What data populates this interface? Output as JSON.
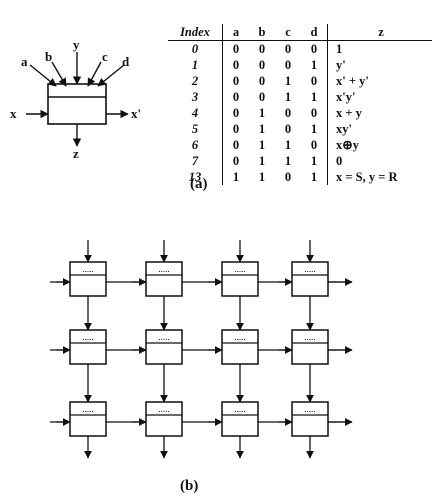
{
  "cell": {
    "inputs": [
      "a",
      "b",
      "y",
      "c",
      "d"
    ],
    "left_input": "x",
    "right_output": "x'",
    "bottom_output": "z"
  },
  "truth_table": {
    "headers": [
      "Index",
      "a",
      "b",
      "c",
      "d",
      "z"
    ],
    "rows": [
      [
        "0",
        "0",
        "0",
        "0",
        "0",
        "1"
      ],
      [
        "1",
        "0",
        "0",
        "0",
        "1",
        "y'"
      ],
      [
        "2",
        "0",
        "0",
        "1",
        "0",
        "x' + y'"
      ],
      [
        "3",
        "0",
        "0",
        "1",
        "1",
        "x'y'"
      ],
      [
        "4",
        "0",
        "1",
        "0",
        "0",
        "x + y"
      ],
      [
        "5",
        "0",
        "1",
        "0",
        "1",
        "xy'"
      ],
      [
        "6",
        "0",
        "1",
        "1",
        "0",
        "x⊕y"
      ],
      [
        "7",
        "0",
        "1",
        "1",
        "1",
        "0"
      ],
      [
        "13",
        "1",
        "1",
        "0",
        "1",
        "x = S, y = R"
      ]
    ]
  },
  "captions": {
    "a": "(a)",
    "b": "(b)"
  },
  "grid": {
    "rows": 3,
    "cols": 4,
    "cell_mark": "....."
  }
}
